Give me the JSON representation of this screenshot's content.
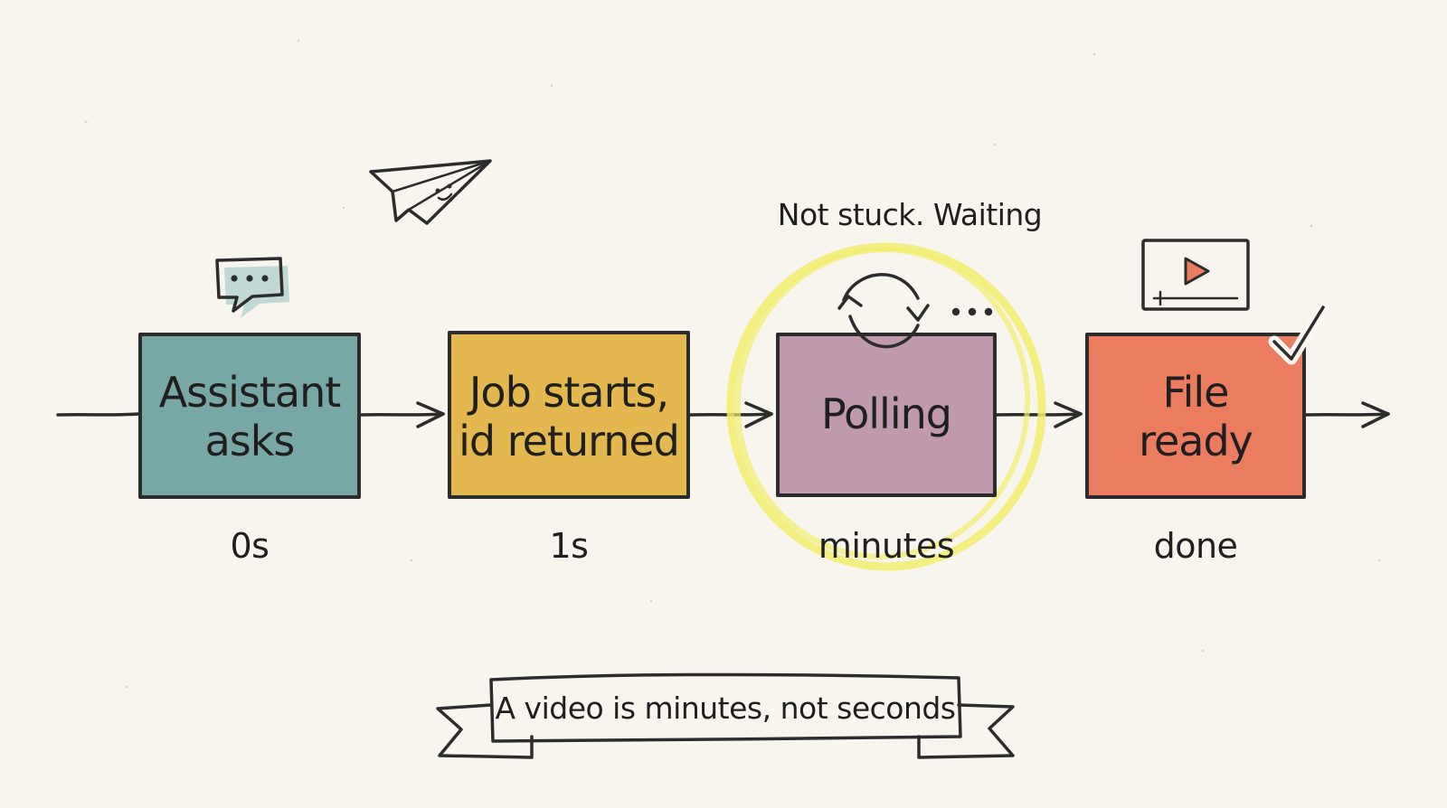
{
  "diagram": {
    "stages": [
      {
        "id": "ask",
        "lines": [
          "Assistant",
          "asks"
        ],
        "time": "0s",
        "color": "#78a8a6",
        "icon": "speech-bubble-icon"
      },
      {
        "id": "start",
        "lines": [
          "Job starts,",
          "id returned"
        ],
        "time": "1s",
        "color": "#e3b84f",
        "icon": "paper-plane-icon"
      },
      {
        "id": "poll",
        "lines": [
          "Polling"
        ],
        "time": "minutes",
        "color": "#c09aac",
        "icon": "refresh-cycle-icon"
      },
      {
        "id": "ready",
        "lines": [
          "File",
          "ready"
        ],
        "time": "done",
        "color": "#ec7c60",
        "icon": "video-player-icon"
      }
    ],
    "note": "Not stuck. Waiting",
    "banner": "A video is minutes, not seconds",
    "highlight_color": "#f1ec6c"
  }
}
